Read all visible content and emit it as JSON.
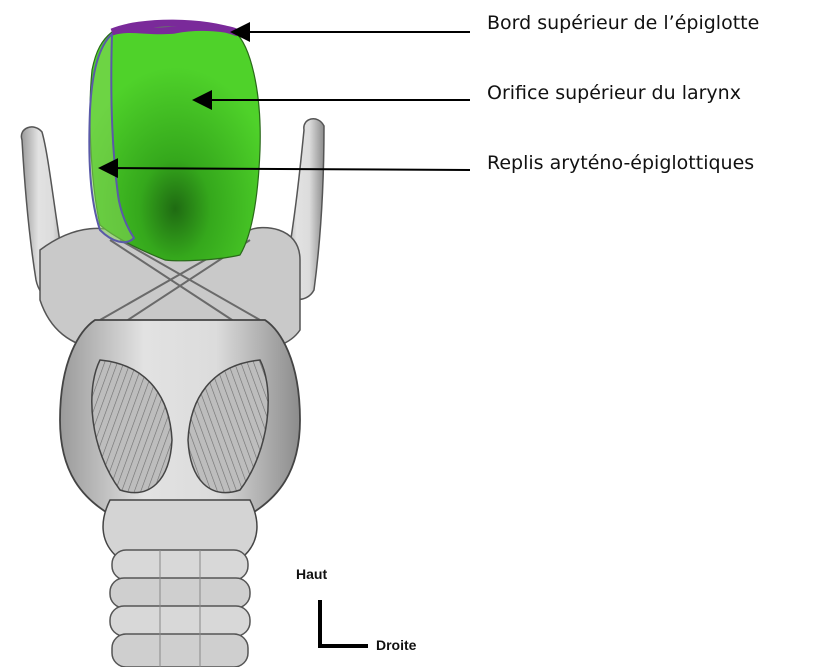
{
  "labels": {
    "epiglottis_upper_edge": "Bord supérieur de l’épiglotte",
    "larynx_upper_orifice": "Orifice supérieur du larynx",
    "aryepiglottic_folds": "Replis aryténo-épiglottiques"
  },
  "orientation": {
    "up": "Haut",
    "right": "Droite"
  },
  "colors": {
    "orifice": "#3fc41f",
    "orifice_dark": "#2c8a1a",
    "epiglottis_edge": "#7a2a9a",
    "fold_outline": "#5a5aa8",
    "tissue": "#cfcfcf",
    "tissue_shadow": "#8a8a8a"
  }
}
